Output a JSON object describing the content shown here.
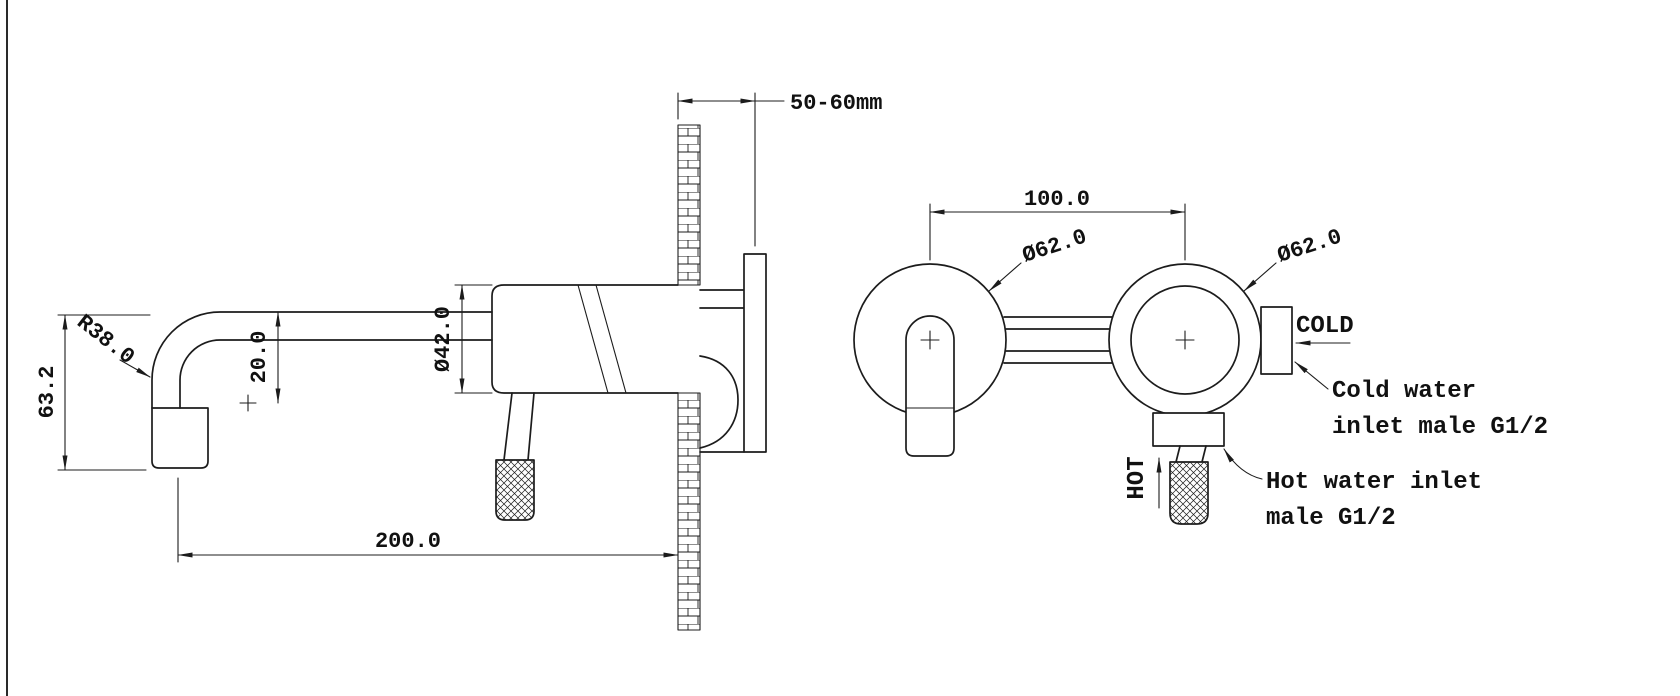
{
  "colors": {
    "line": "#1c1c1c",
    "background": "#ffffff"
  },
  "side_view": {
    "wall_thickness": "50-60mm",
    "spout_height": "63.2",
    "radius": "R38.0",
    "spout_drop": "20.0",
    "body_diameter": "Ø42.0",
    "spout_reach": "200.0"
  },
  "front_view": {
    "hole_spacing": "100.0",
    "spout_escutcheon_diameter": "Ø62.0",
    "handle_escutcheon_diameter": "Ø62.0",
    "cold": "COLD",
    "hot": "HOT",
    "cold_note_line1": "Cold water",
    "cold_note_line2": "inlet male G1/2",
    "hot_note_line1": "Hot water inlet",
    "hot_note_line2": "male G1/2"
  }
}
